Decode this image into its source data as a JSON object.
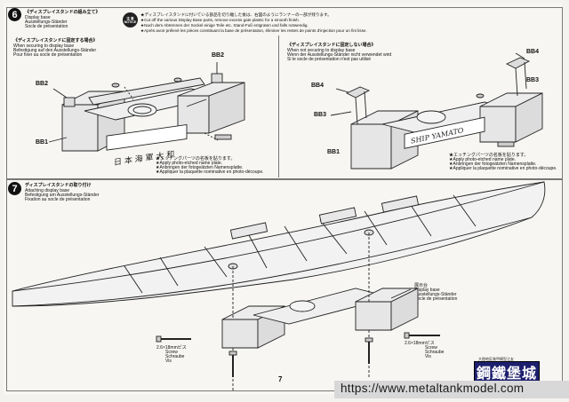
{
  "notice": {
    "badge_ja": "注 意",
    "badge_en": "NOTICE",
    "lines": [
      "★ディスプレイスタンドに付いている部品を切り離した後は、右図のようにランナーの一部が残ります。",
      "★Cut off the various Display Base parts, remove excess gate plastic for a smooth finish.",
      "★Nach dem Abtrennen der Sockel einige Teile etc. Stand-Fuß entgraten und falls notwendig.",
      "★Après avoir prélevé les pièces constituant la base de présentation, éliminer les restes de points d'injection pour un fini lisse."
    ]
  },
  "step6": {
    "number": "6",
    "heading_ja": "《ディスプレイスタンドの組み立て》",
    "lines": [
      "Display base",
      "Ausstellungs-Ständer",
      "Socle de présentation"
    ],
    "left": {
      "heading_ja": "《ディスプレイスタンドに固定する場合》",
      "lines": [
        "When securing to display base",
        "Befestigung auf den Ausstellungs-Ständer",
        "Pour fixer au socle de présentation"
      ],
      "parts": [
        "BB2",
        "BB2",
        "BB1"
      ],
      "note": [
        "★エッチングパーツの名板を貼ります。",
        "★Apply photo-etched name plate.",
        "★Anbringen der fotogeätzten Namensplatte.",
        "★Appliquer la plaquette nominative en photo-découpe."
      ]
    },
    "right": {
      "heading_ja": "《ディスプレイスタンドに固定しない場合》",
      "lines": [
        "When not securing to display base",
        "Wenn der Ausstellungs-Ständer nicht verwendet wird",
        "Si le socle de présentation n'est pas utilisé"
      ],
      "parts": [
        "BB4",
        "BB4",
        "BB3",
        "BB3",
        "BB1"
      ],
      "note": [
        "★エッチングパーツの名板を貼ります。",
        "★Apply photo-etched name plate.",
        "★Anbringen der fotogeätzten Namensplatte.",
        "★Appliquer la plaquette nominative en photo-découpe."
      ]
    }
  },
  "step7": {
    "number": "7",
    "heading_ja": "ディスプレイスタンドの取り付け",
    "lines": [
      "Attaching display base",
      "Befestigung am Ausstellungs-Ständer",
      "Fixation au socle de présentation"
    ],
    "base_label": [
      "展示台",
      "Display base",
      "Ausstellungs-Ständer",
      "Socle de présentation"
    ],
    "screw_left": [
      "2.6×18mmビス",
      "Screw",
      "Schraube",
      "Vis"
    ],
    "screw_right": [
      "2.6×18mmビス",
      "Screw",
      "Schraube",
      "Vis"
    ]
  },
  "page_number": "7",
  "logo": {
    "text": "鋼鐵堡城",
    "caption": "大陸地区装甲模型之友"
  },
  "url": "https://www.metaltankmodel.com"
}
